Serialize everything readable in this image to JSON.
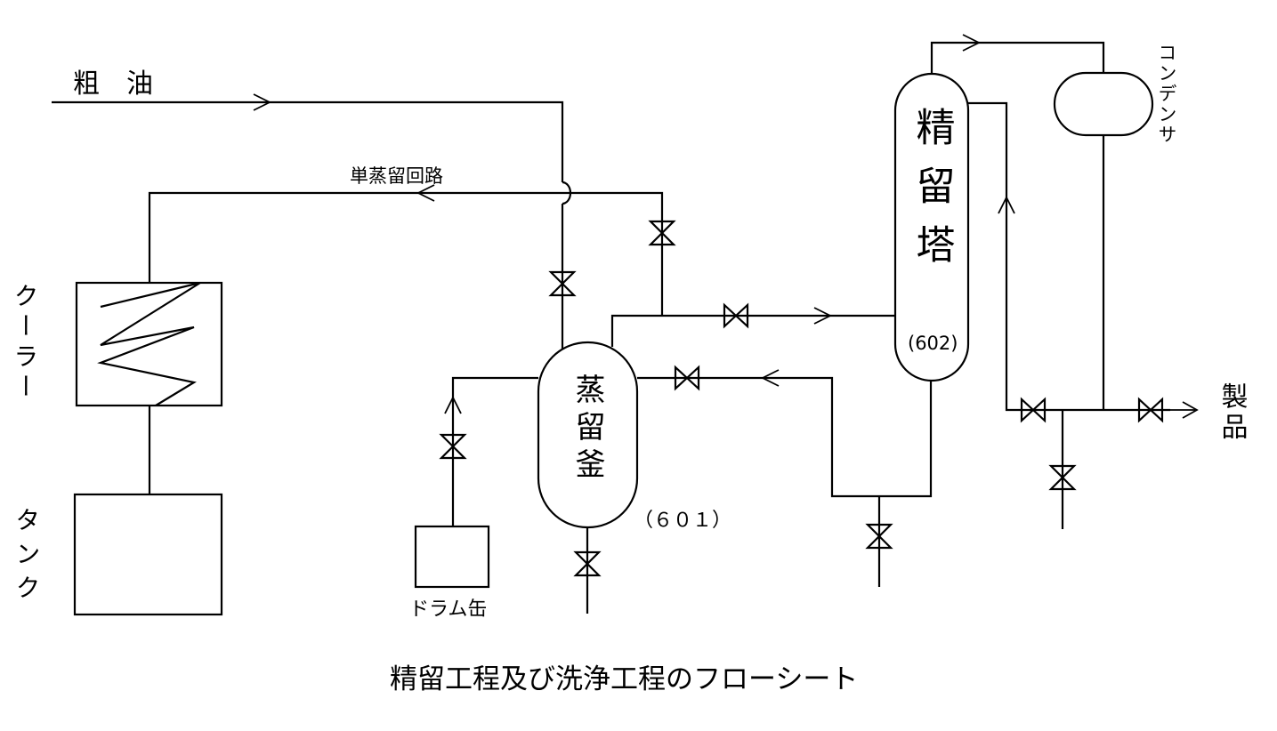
{
  "labels": {
    "crude_oil": "粗　油",
    "simple_distillation_circuit": "単蒸留回路",
    "cooler": "クーラー",
    "tank": "タンク",
    "drum_can": "ドラム缶",
    "still_name": "蒸留釜",
    "still_id": "（６０１）",
    "column_name": "精留塔",
    "column_id": "(602)",
    "condenser": "コンデンサ",
    "product": "製品"
  },
  "caption": "精留工程及び洗浄工程のフローシート",
  "valve_count": 10
}
